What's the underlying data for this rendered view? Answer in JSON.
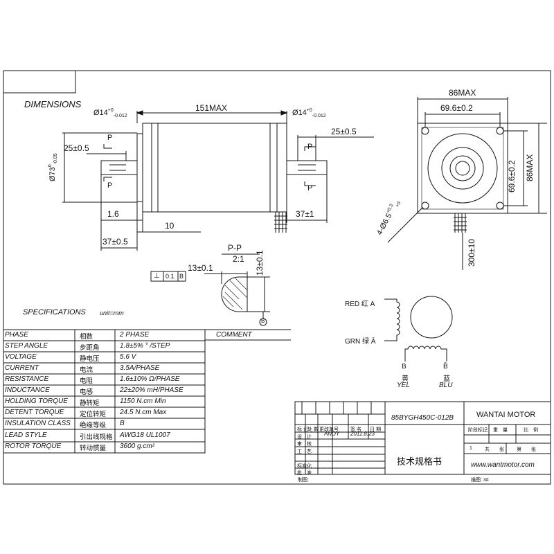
{
  "header": {
    "title": "DIMENSIONS"
  },
  "side_view": {
    "length": "151MAX",
    "shaft_left_tol": "Ø14",
    "shaft_tol_sup": "+0",
    "shaft_tol_sub": "-0.012",
    "shaft_right_tol": "Ø14",
    "key_left": "25±0.5",
    "key_right": "25±0.5",
    "pilot": "Ø73",
    "pilot_sup": "0",
    "pilot_sub": "-0.05",
    "section_p_top": "P",
    "section_p_bottom": "P",
    "dim_16": "1.6",
    "dim_10": "10",
    "dim_37a": "37±0.5",
    "dim_37b": "37±1"
  },
  "front_view": {
    "width": "86MAX",
    "hole_spacing_h": "69.6±0.2",
    "hole_spacing_v": "69.6±0.2",
    "height": "86MAX",
    "mount_holes": "4-Ø6.5",
    "mount_sup": "+0.3",
    "mount_sub": "+0",
    "lead_length": "300±10"
  },
  "section": {
    "title": "P-P",
    "scale": "2:1",
    "width": "13±0.1",
    "height": "13±0.1",
    "gdt_symbol": "⊥",
    "gdt_tol": "0.1",
    "gdt_datum": "B",
    "datum_label": "B"
  },
  "specs": {
    "title": "SPECIFICATIONS",
    "unit": "unit=mm",
    "comment_header": "COMMENT",
    "rows": [
      {
        "en": "PHASE",
        "cn": "相数",
        "val": "2  PHASE"
      },
      {
        "en": "STEP ANGLE",
        "cn": "步距角",
        "val": "1.8±5% ° /STEP"
      },
      {
        "en": "VOLTAGE",
        "cn": "静电压",
        "val": "5.6 V"
      },
      {
        "en": "CURRENT",
        "cn": "电流",
        "val": "3.5A/PHASE"
      },
      {
        "en": "RESISTANCE",
        "cn": "电阻",
        "val": "1.6±10%  Ω/PHASE"
      },
      {
        "en": "INDUCTANCE",
        "cn": "电感",
        "val": "22±20% mH/PHASE"
      },
      {
        "en": "HOLDING TORQUE",
        "cn": "静转矩",
        "val": "1150  N.cm Min"
      },
      {
        "en": "DETENT TORQUE",
        "cn": "定位转矩",
        "val": "24.5 N.cm Max"
      },
      {
        "en": "INSULATION CLASS",
        "cn": "绝缘等级",
        "val": "B"
      },
      {
        "en": "LEAD STYLE",
        "cn": "引出线规格",
        "val": "AWG18 UL1007"
      },
      {
        "en": "ROTOR TORQUE",
        "cn": "转动惯量",
        "val": "3600 g.cm²"
      }
    ]
  },
  "wiring": {
    "red": "RED 红 A",
    "grn": "GRN 绿 Ā",
    "b": "B",
    "b_bar": "B̄",
    "yel_cn": "黄",
    "yel": "YEL",
    "blu_cn": "蓝",
    "blu": "BLU"
  },
  "title_block": {
    "model": "85BYGH450C-012B",
    "company": "WANTAI MOTOR",
    "doc_title": "技术规格书",
    "website": "www.wantmotor.com",
    "designer": "ANDY",
    "date": "2011.8.23",
    "qty": "1",
    "c1": "标 记",
    "c2": "处 数",
    "c3": "更改单号",
    "c4": "签 名",
    "c5": "日 期",
    "r_design": "设　计",
    "r_check": "审　核",
    "r_process": "工　艺",
    "r_std": "标准化",
    "r_approve": "批　准",
    "stage": "阶段标记",
    "weight": "重　量",
    "ratio": "比　例",
    "total": "共　　张",
    "sheet": "第　　张",
    "drawn": "制图:",
    "trace": "描图: 3#"
  }
}
